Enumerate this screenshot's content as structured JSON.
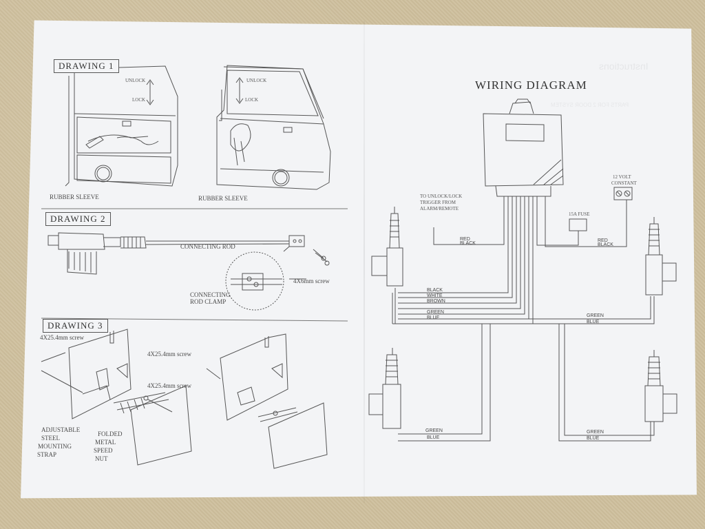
{
  "drawing1": {
    "title": "DRAWING 1",
    "unlock": "UNLOCK",
    "lock": "LOCK",
    "rubber_left": "RUBBER SLEEVE",
    "rubber_right": "RUBBER SLEEVE"
  },
  "drawing2": {
    "title": "DRAWING 2",
    "connecting_rod": "CONNECTING ROD",
    "clamp_line1": "CONNECTING",
    "clamp_line2": "ROD CLAMP",
    "screw": "4X6mm screw"
  },
  "drawing3": {
    "title": "DRAWING 3",
    "screw_a": "4X25.4mm screw",
    "screw_b": "4X25.4mm screw",
    "screw_c": "4X25.4mm screw",
    "strap": [
      "ADJUSTABLE",
      "STEEL",
      "MOUNTING",
      "STRAP"
    ],
    "nut": [
      "FOLDED",
      "METAL",
      "SPEED",
      "NUT"
    ]
  },
  "wiring": {
    "title": "WIRING DIAGRAM",
    "trigger": [
      "TO UNLOCK/LOCK",
      "TRIGGER FROM",
      "ALARM/REMOTE"
    ],
    "fuse": "15A FUSE",
    "volt": [
      "12 VOLT",
      "CONSTANT"
    ],
    "red": "RED",
    "black": "BLACK",
    "bundle": [
      "BLACK",
      "WHITE",
      "BROWN",
      "GREEN",
      "BLUE"
    ],
    "green": "GREEN",
    "blue": "BLUE"
  },
  "colors": {
    "paper": "#f3f4f6",
    "ink": "#555555",
    "carpet": "#cdbf9f"
  }
}
